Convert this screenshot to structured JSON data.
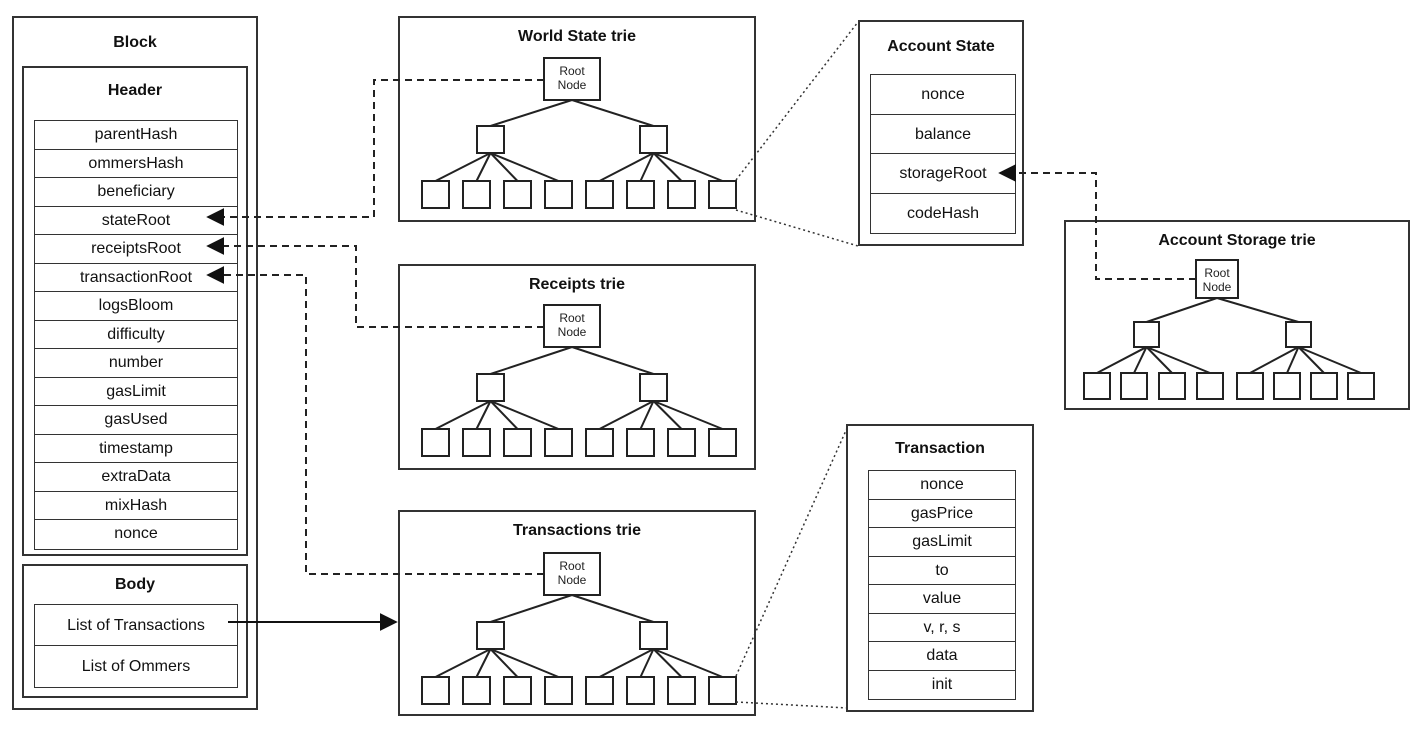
{
  "block": {
    "title": "Block",
    "header": {
      "title": "Header",
      "fields": [
        "parentHash",
        "ommersHash",
        "beneficiary",
        "stateRoot",
        "receiptsRoot",
        "transactionRoot",
        "logsBloom",
        "difficulty",
        "number",
        "gasLimit",
        "gasUsed",
        "timestamp",
        "extraData",
        "mixHash",
        "nonce"
      ]
    },
    "body": {
      "title": "Body",
      "fields": [
        "List of Transactions",
        "List of Ommers"
      ]
    }
  },
  "world_state_trie": {
    "title": "World State trie",
    "root_label": [
      "Root",
      "Node"
    ]
  },
  "receipts_trie": {
    "title": "Receipts trie",
    "root_label": [
      "Root",
      "Node"
    ]
  },
  "transactions_trie": {
    "title": "Transactions trie",
    "root_label": [
      "Root",
      "Node"
    ]
  },
  "account_state": {
    "title": "Account State",
    "fields": [
      "nonce",
      "balance",
      "storageRoot",
      "codeHash"
    ]
  },
  "account_storage_trie": {
    "title": "Account Storage trie",
    "root_label": [
      "Root",
      "Node"
    ]
  },
  "transaction": {
    "title": "Transaction",
    "fields": [
      "nonce",
      "gasPrice",
      "gasLimit",
      "to",
      "value",
      "v, r, s",
      "data",
      "init"
    ]
  }
}
